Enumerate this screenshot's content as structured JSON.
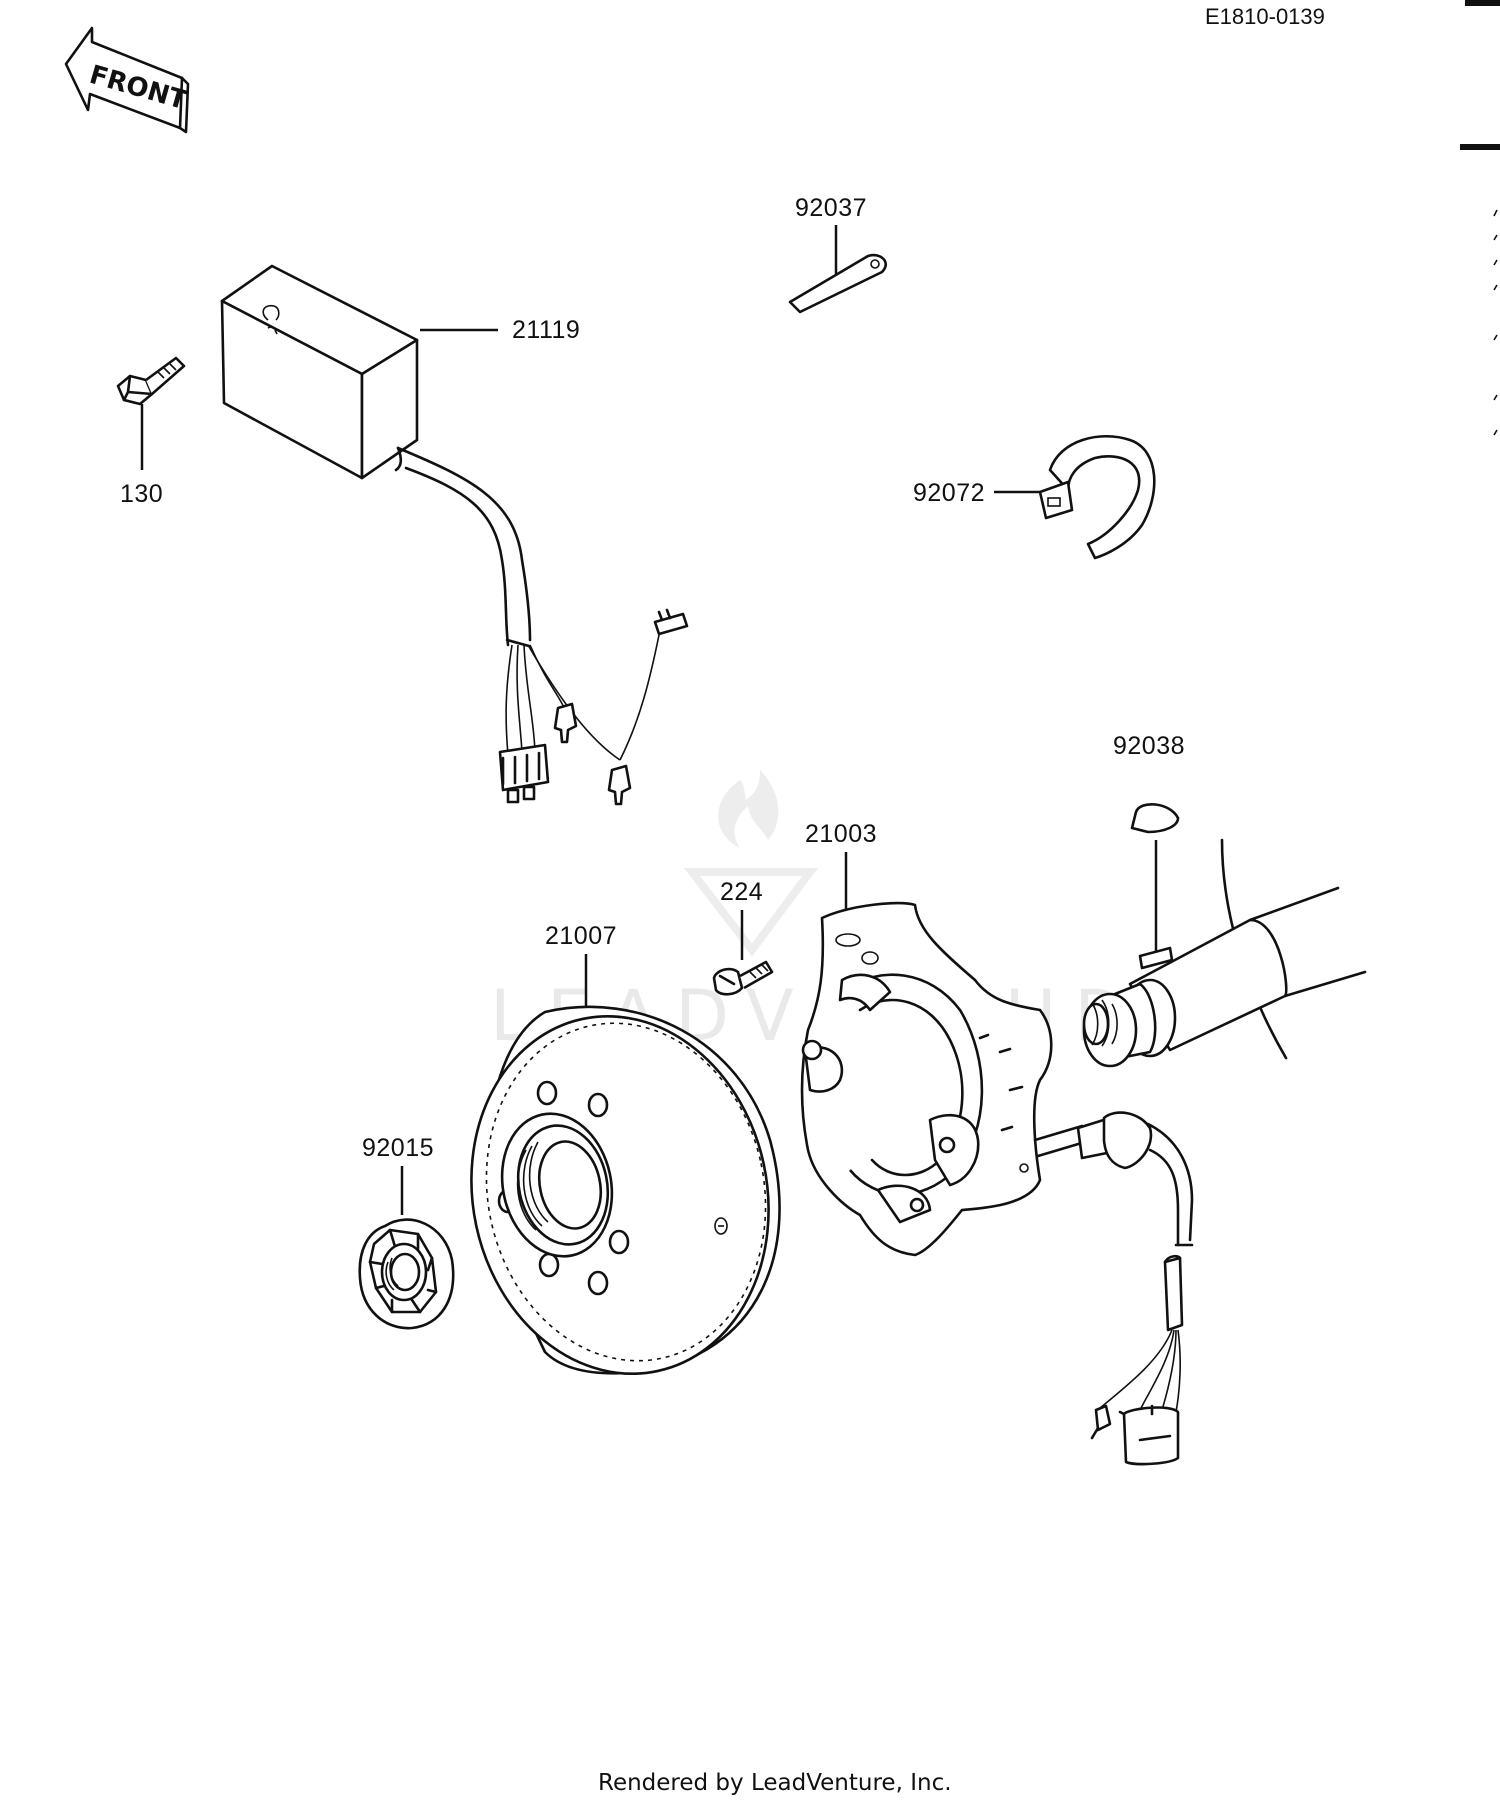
{
  "diagram": {
    "code": "E1810-0139",
    "front_label": "FRONT",
    "footer": "Rendered by LeadVenture, Inc.",
    "watermark": "LEADVENTURE",
    "parts": [
      {
        "id": "21119",
        "label": "21119",
        "name": "igniter"
      },
      {
        "id": "130",
        "label": "130",
        "name": "flange-bolt"
      },
      {
        "id": "92037",
        "label": "92037",
        "name": "clamp-strap"
      },
      {
        "id": "92072",
        "label": "92072",
        "name": "band-clamp"
      },
      {
        "id": "92038",
        "label": "92038",
        "name": "woodruff-key"
      },
      {
        "id": "21003",
        "label": "21003",
        "name": "stator-plate"
      },
      {
        "id": "224",
        "label": "224",
        "name": "screw"
      },
      {
        "id": "21007",
        "label": "21007",
        "name": "flywheel"
      },
      {
        "id": "92015",
        "label": "92015",
        "name": "flywheel-nut"
      }
    ]
  }
}
